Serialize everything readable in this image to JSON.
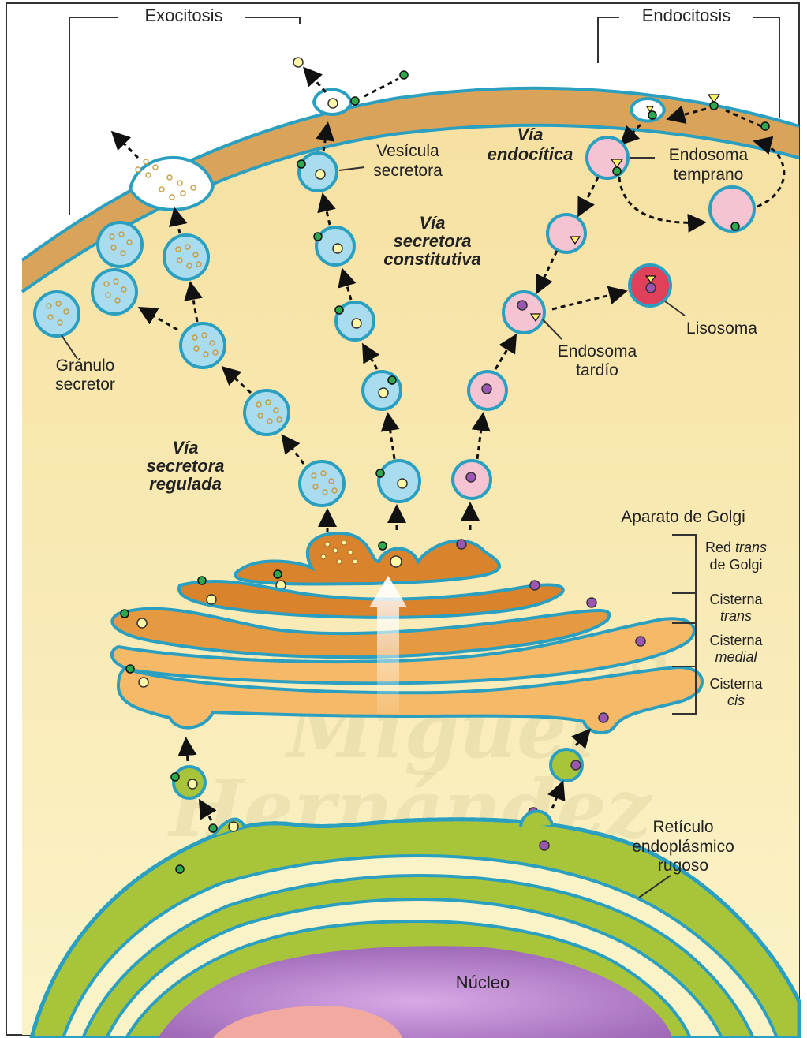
{
  "labels": {
    "exocitosis": "Exocitosis",
    "endocitosis": "Endocitosis",
    "vesicula_l1": "Vesícula",
    "vesicula_l2": "secretora",
    "via_endocitica_l1": "Vía",
    "via_endocitica_l2": "endocítica",
    "endosoma_temprano_l1": "Endosoma",
    "endosoma_temprano_l2": "temprano",
    "via_constitutiva_l1": "Vía",
    "via_constitutiva_l2": "secretora",
    "via_constitutiva_l3": "constitutiva",
    "lisosoma": "Lisosoma",
    "endosoma_tardio_l1": "Endosoma",
    "endosoma_tardio_l2": "tardío",
    "granulo_l1": "Gránulo",
    "granulo_l2": "secretor",
    "via_regulada_l1": "Vía",
    "via_regulada_l2": "secretora",
    "via_regulada_l3": "regulada",
    "golgi": "Aparato de Golgi",
    "red_trans_l1a": "Red ",
    "red_trans_l1b": "trans",
    "red_trans_l2": "de Golgi",
    "cist_trans_l1": "Cisterna",
    "cist_trans_l2": "trans",
    "cist_medial_l1": "Cisterna",
    "cist_medial_l2": "medial",
    "cist_cis_l1": "Cisterna",
    "cist_cis_l2": "cis",
    "reticulo_l1": "Retículo",
    "reticulo_l2": "endoplásmico",
    "reticulo_l3": "rugoso",
    "nucleo": "Núcleo"
  },
  "watermark": {
    "line1": "UNIVERSITAS",
    "line2": "Miguel",
    "line3": "Hernández"
  },
  "colors": {
    "cytoplasm": "#f7e7a6",
    "membrane": "#d9a45a",
    "membrane_edge": "#2a9fc0",
    "golgi_light": "#f5b968",
    "golgi_dark": "#d9832c",
    "vesicle_blue": "#a9dcef",
    "vesicle_pink": "#f6c3d2",
    "lysosome": "#e0405a",
    "er_green": "#a8c43a",
    "nucleus": "#b07bc6"
  }
}
